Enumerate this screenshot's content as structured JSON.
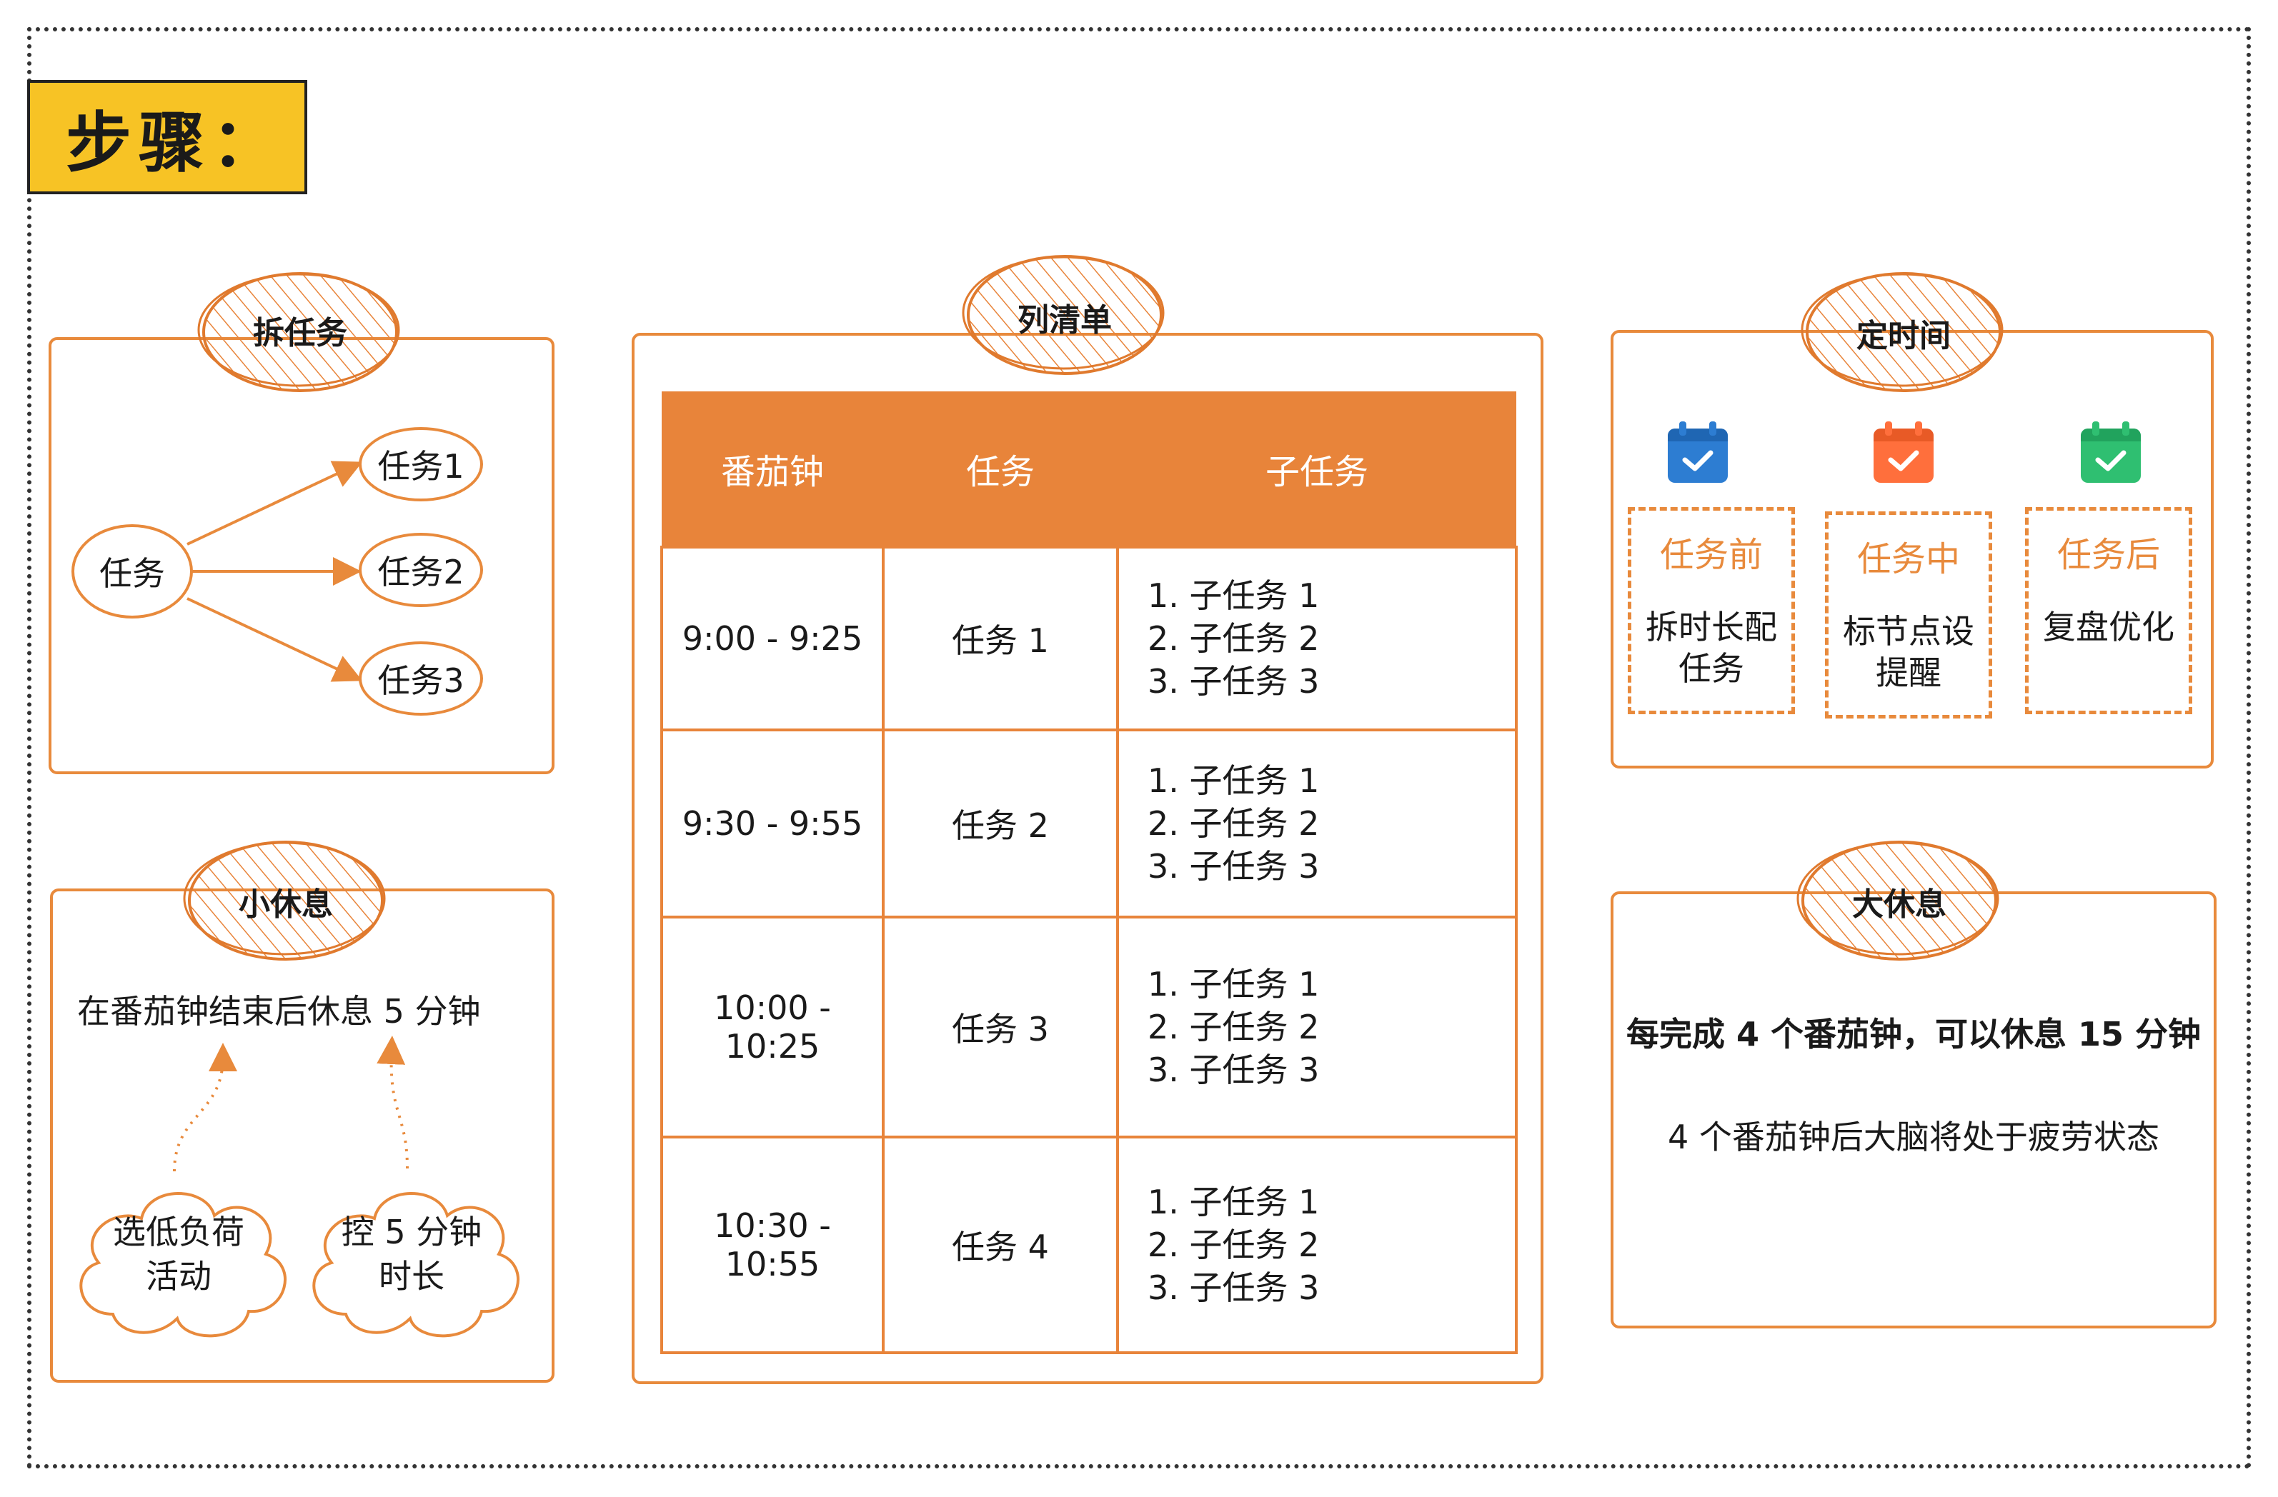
{
  "title": "步骤：",
  "colors": {
    "accent": "#e88a3c",
    "title_bg": "#f7c325",
    "blue": "#2d7dd2",
    "orange": "#ff6f3c",
    "green": "#2fbf71"
  },
  "split_tasks": {
    "label": "拆任务",
    "center": "任务",
    "subtasks": [
      "任务1",
      "任务2",
      "任务3"
    ]
  },
  "short_break": {
    "label": "小休息",
    "text": "在番茄钟结束后休息 5 分钟",
    "clouds": [
      {
        "line1": "选低负荷",
        "line2": "活动"
      },
      {
        "line1": "控 5 分钟",
        "line2": "时长"
      }
    ]
  },
  "list": {
    "label": "列清单",
    "headers": [
      "番茄钟",
      "任务",
      "子任务"
    ],
    "rows": [
      {
        "time": "9:00 - 9:25",
        "task": "任务 1",
        "subs": [
          "1. 子任务 1",
          "2. 子任务 2",
          "3. 子任务 3"
        ]
      },
      {
        "time": "9:30 - 9:55",
        "task": "任务 2",
        "subs": [
          "1. 子任务 1",
          "2. 子任务 2",
          "3. 子任务 3"
        ]
      },
      {
        "time": "10:00 - 10:25",
        "task": "任务 3",
        "subs": [
          "1. 子任务 1",
          "2. 子任务 2",
          "3. 子任务 3"
        ]
      },
      {
        "time": "10:30 - 10:55",
        "task": "任务 4",
        "subs": [
          "1. 子任务 1",
          "2. 子任务 2",
          "3. 子任务 3"
        ]
      }
    ]
  },
  "timing": {
    "label": "定时间",
    "cards": [
      {
        "heading": "任务前",
        "line1": "拆时长配",
        "line2": "任务",
        "icon": "calendar-check-blue-icon"
      },
      {
        "heading": "任务中",
        "line1": "标节点设",
        "line2": "提醒",
        "icon": "calendar-check-orange-icon"
      },
      {
        "heading": "任务后",
        "line1": "复盘优化",
        "line2": "",
        "icon": "calendar-check-green-icon"
      }
    ]
  },
  "long_break": {
    "label": "大休息",
    "line1": "每完成 4 个番茄钟，可以休息 15 分钟",
    "line2": "4 个番茄钟后大脑将处于疲劳状态"
  }
}
